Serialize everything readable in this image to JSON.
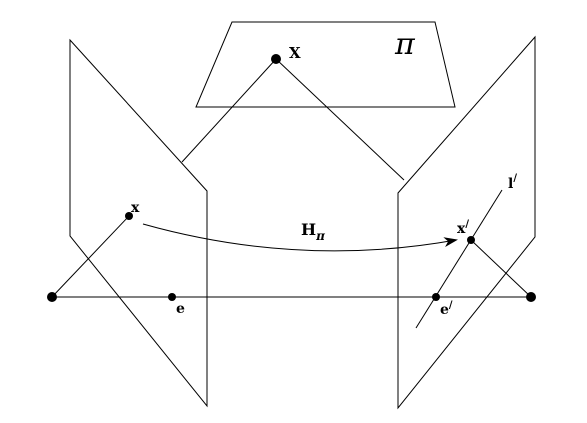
{
  "labels": {
    "world_point": "X",
    "plane": "π",
    "left_point": "x",
    "left_epipole": "e",
    "homography": "H",
    "homography_subscript": "π",
    "right_point": "x",
    "right_point_prime": "/",
    "right_epipole": "e",
    "right_epipole_prime": "/",
    "epipolar_line": "l",
    "epipolar_line_prime": "/"
  }
}
